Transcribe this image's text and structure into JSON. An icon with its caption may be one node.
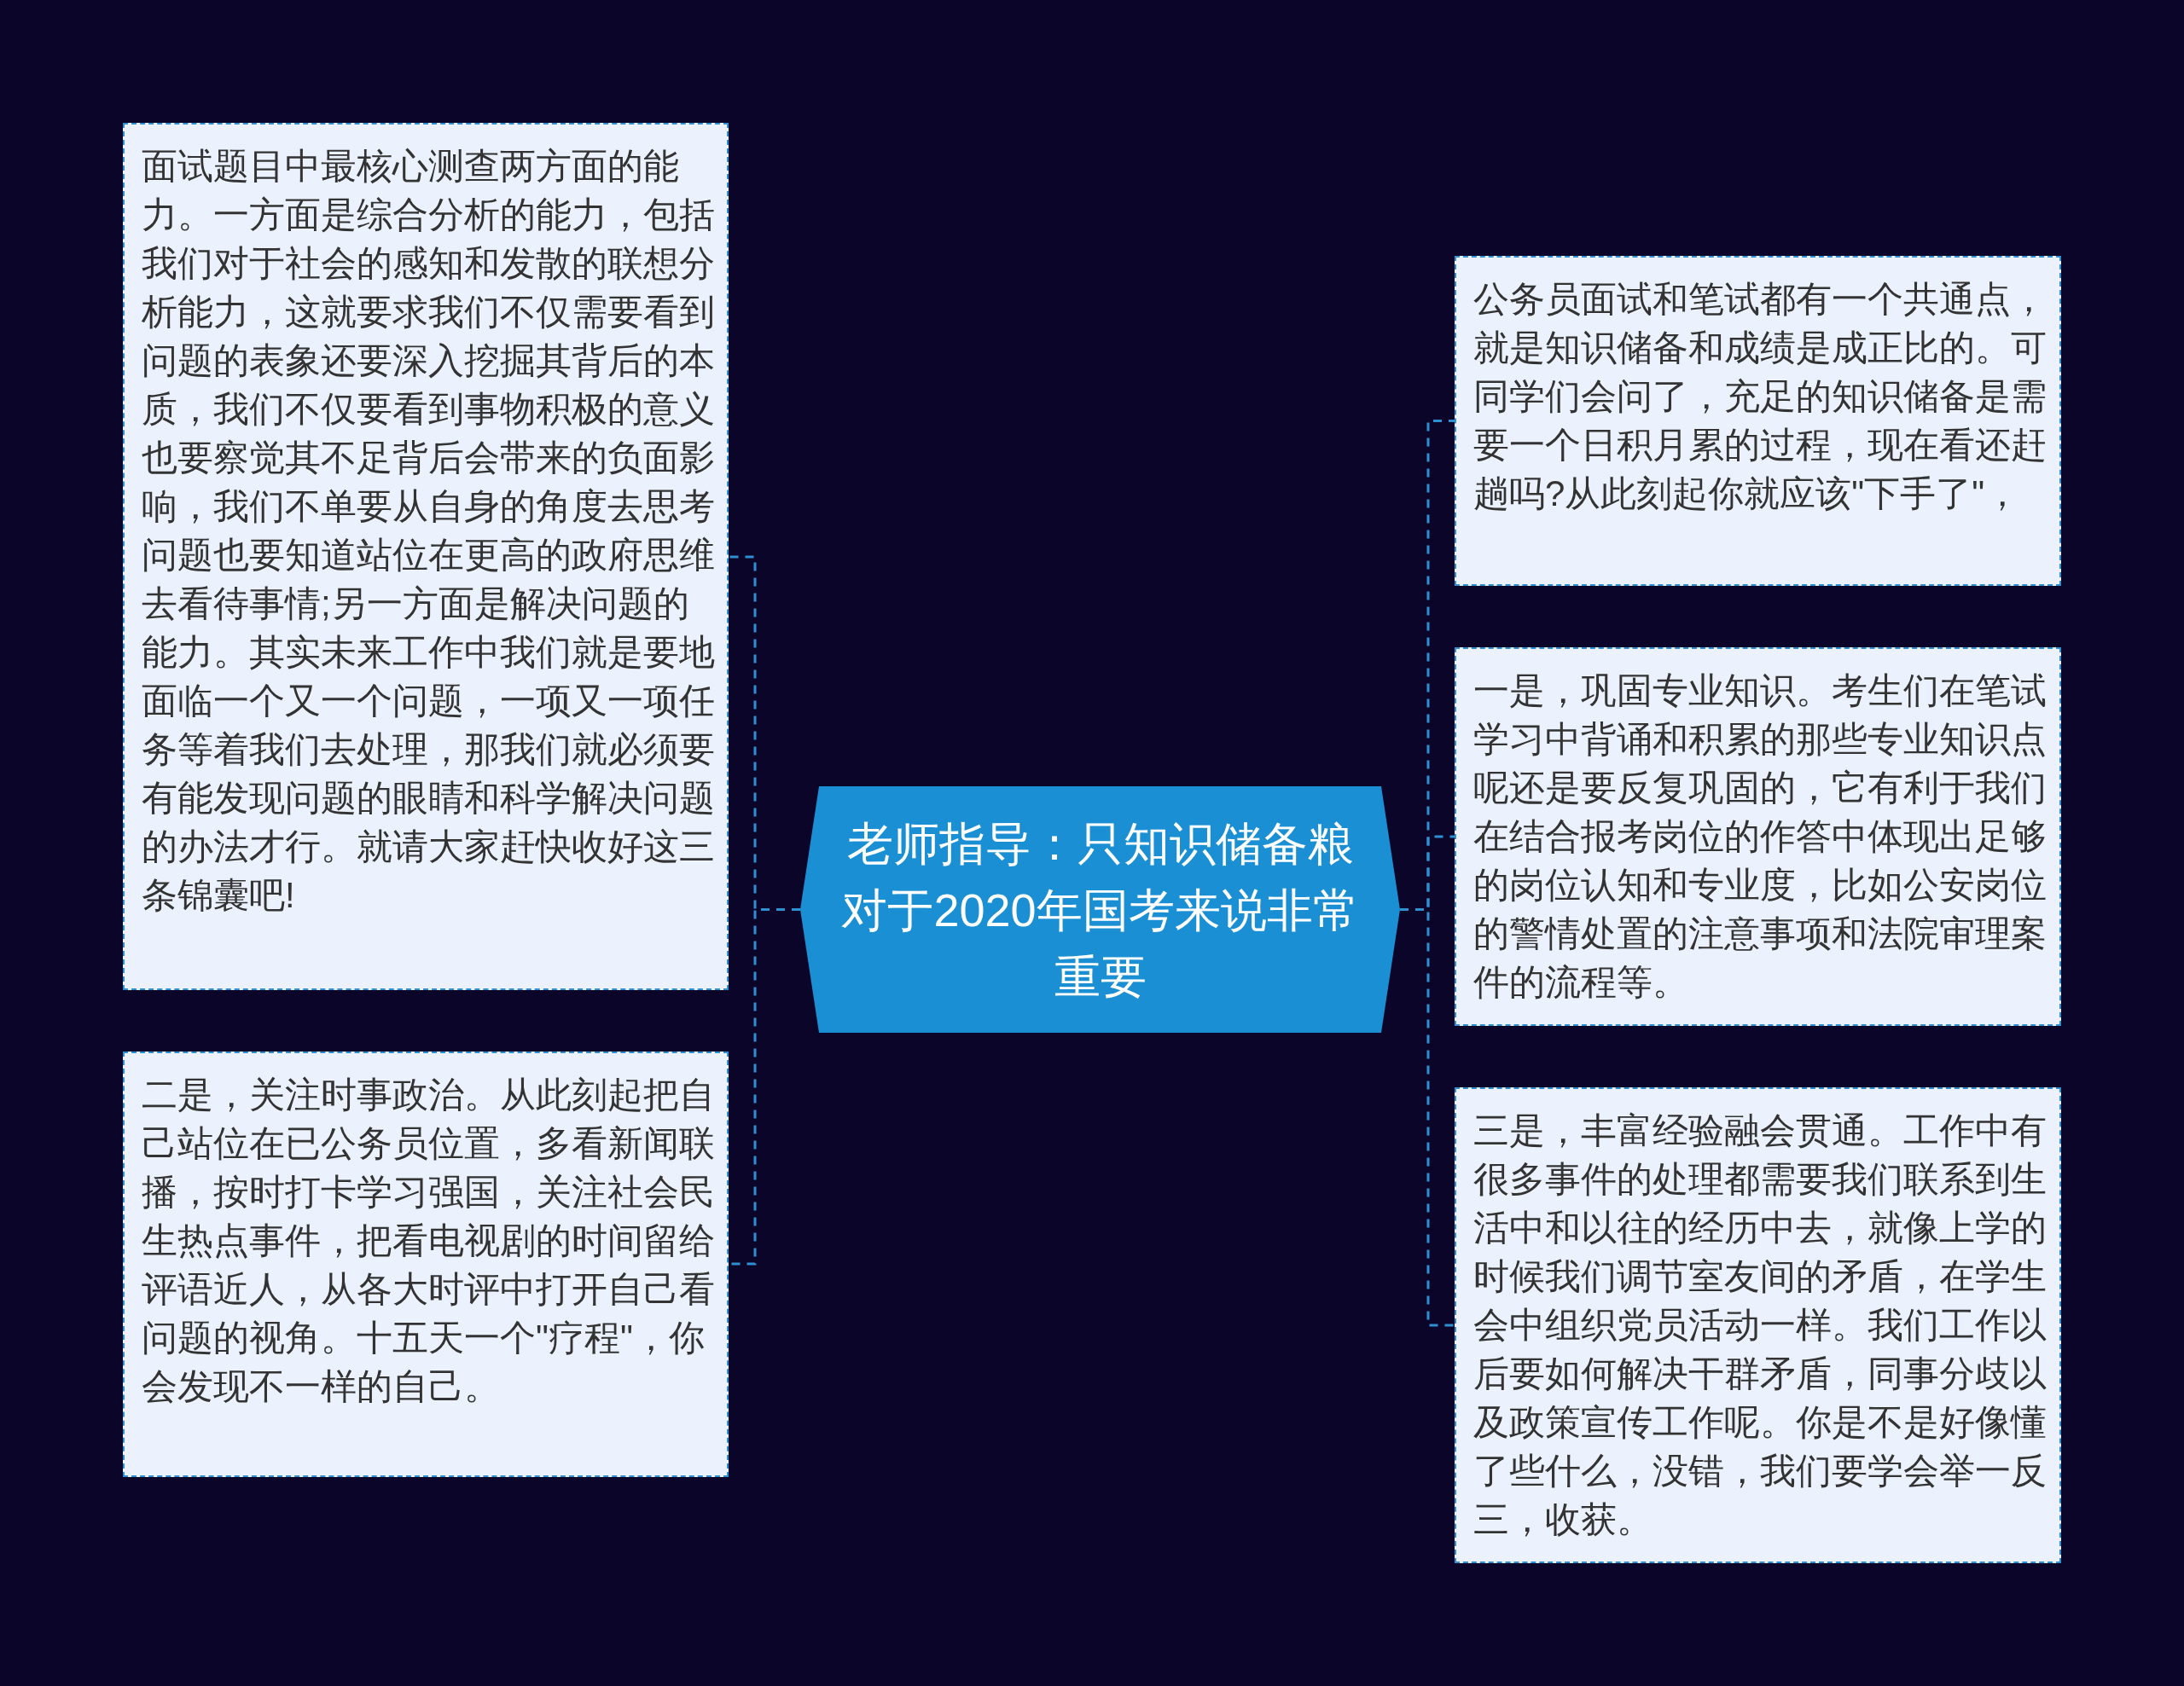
{
  "diagram": {
    "nodes": [
      {
        "text": [
          "老师指导：只知识储备粮对于2020年国考来说非常重要"
        ]
      },
      {
        "text": [
          "面试题目中最核心测查两方面的能力。一方面是综合分析的能力，包括我们对于社会的感知和发散的联想分析能力，这就要求我们不仅需要看到问题的表象还要深入挖掘其背后的本质，我们不仅要看到事物积极的意义也要察觉其不足背后会带来的负面影响，我们不单要从自身的角度去思考问题也要知道站位在更高的政府思维去看待事情;另一方面是解决问题的能力。其实未来工作中我们就是要地面临一个又一个问题，一项又一项任务等着我们去处理，那我们就必须要有能发现问题的眼睛和科学解决问题的办法才行。就请大家赶快收好这三条锦囊吧!"
        ]
      },
      {
        "text": [
          "二是，关注时事政治。从此刻起把自己站位在已公务员位置，多看新闻联播，按时打卡学习强国，关注社会民生热点事件，把看电视剧的时间留给评语近人，从各大时评中打开自己看问题的视角。十五天一个\"疗程\"，你会发现不一样的自己。"
        ]
      },
      {
        "text": [
          "公务员面试和笔试都有一个共通点，就是知识储备和成绩是成正比的。可同学们会问了，充足的知识储备是需要一个日积月累的过程，现在看还赶趟吗?从此刻起你就应该\"下手了\"，"
        ]
      },
      {
        "text": [
          "一是，巩固专业知识。考生们在笔试学习中背诵和积累的那些专业知识点呢还是要反复巩固的，它有利于我们在结合报考岗位的作答中体现出足够的岗位认知和专业度，比如公安岗位的警情处置的注意事项和法院审理案件的流程等。"
        ]
      },
      {
        "text": [
          "三是，丰富经验融会贯通。工作中有很多事件的处理都需要我们联系到生活中和以往的经历中去，就像上学的时候我们调节室友间的矛盾，在学生会中组织党员活动一样。我们工作以后要如何解决干群矛盾，同事分歧以及政策宣传工作呢。你是不是好像懂了些什么，没错，我们要学会举一反三，收获。"
        ]
      }
    ],
    "edges": [
      {
        "from": 0,
        "to": 1,
        "arrow": "none"
      },
      {
        "from": 0,
        "to": 2,
        "arrow": "none"
      },
      {
        "from": 0,
        "to": 3,
        "arrow": "none"
      },
      {
        "from": 0,
        "to": 4,
        "arrow": "none"
      },
      {
        "from": 0,
        "to": 5,
        "arrow": "none"
      }
    ]
  }
}
